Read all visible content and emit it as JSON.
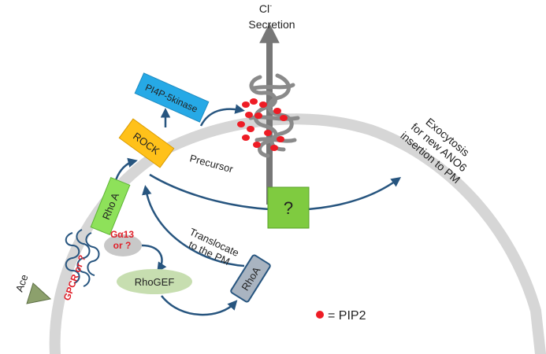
{
  "labels": {
    "secretion_ion": "Cl",
    "secretion_ion_charge": "-",
    "secretion": "Secretion",
    "pi4p5kinase": "PI4P-5kinase",
    "rock": "ROCK",
    "precursor": "Precursor",
    "rho_a": "Rho A",
    "unknown": "?",
    "exocytosis_1": "Exocytosis",
    "exocytosis_2": "for new ANO6",
    "exocytosis_3": "insertion to PM",
    "galpha13_1": "Gα13",
    "galpha13_2": "or ?",
    "gpcr": "GPCR or ?",
    "ace": "Ace",
    "rhogef": "RhoGEF",
    "translocate_1": "Translocate",
    "translocate_2": "to the PM",
    "rhoa_pm": "RhoA",
    "legend_pip2": "= PIP2"
  },
  "colors": {
    "membrane": "#d6d6d6",
    "arrow": "#27557f",
    "kinase": "#26a9e6",
    "rock": "#ffc11a",
    "rho_a": "#8ee15a",
    "unknown_box": "#7fcb40",
    "rhogef": "#c7deb0",
    "rhoa_pm": "#a9b4c1",
    "pip2": "#ee1c25",
    "channel": "#8a8a8a",
    "galpha": "#c8c8c8",
    "ligand": "#8ca06c"
  }
}
